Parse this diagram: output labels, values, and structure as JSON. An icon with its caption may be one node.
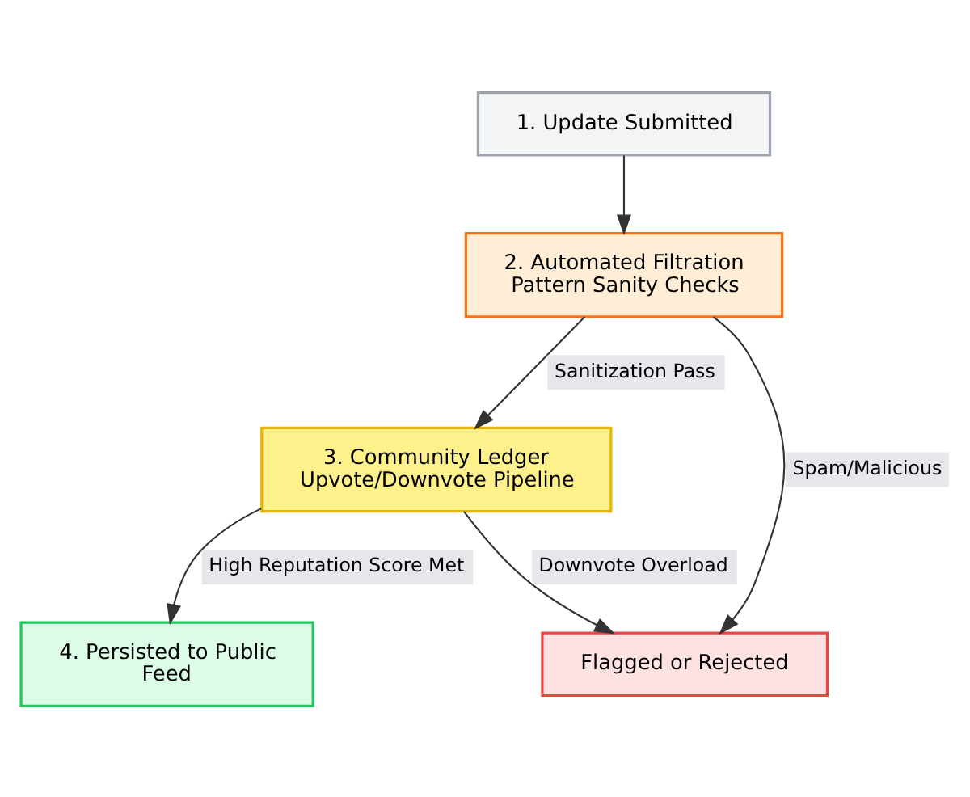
{
  "diagram": {
    "nodes": [
      {
        "text": [
          "1. Update Submitted"
        ]
      },
      {
        "text": [
          "2. Automated Filtration Pattern Sanity Checks"
        ]
      },
      {
        "text": [
          "3. Community Ledger Upvote/Downvote Pipeline"
        ]
      },
      {
        "text": [
          "4. Persisted to Public Feed"
        ]
      },
      {
        "text": [
          "Flagged or Rejected"
        ]
      }
    ],
    "edges": [
      {
        "from": 0,
        "to": 1,
        "arrow": "to"
      },
      {
        "from": 1,
        "to": 2,
        "arrow": "to",
        "label": "Sanitization Pass"
      },
      {
        "from": 1,
        "to": 4,
        "arrow": "to",
        "label": "Spam/Malicious"
      },
      {
        "from": 2,
        "to": 3,
        "arrow": "to",
        "label": "High Reputation Score Met"
      },
      {
        "from": 2,
        "to": 4,
        "arrow": "to",
        "label": "Downvote Overload"
      }
    ]
  }
}
